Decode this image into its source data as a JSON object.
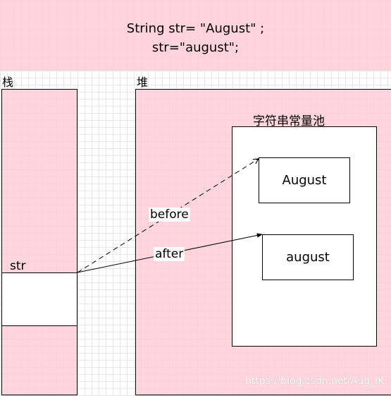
{
  "code": {
    "line1": "String str= \"August\" ;",
    "line2": "str=\"august\";"
  },
  "stack": {
    "label": "栈",
    "var_name": "str"
  },
  "heap": {
    "label": "堆",
    "pool_label": "字符串常量池"
  },
  "objects": [
    "August",
    "august"
  ],
  "arrows": {
    "before": "before",
    "after": "after"
  },
  "watermark": "https://blog.csdn.net/Aug_IK",
  "colors": {
    "region": "#ffccd6",
    "line": "#000000"
  }
}
